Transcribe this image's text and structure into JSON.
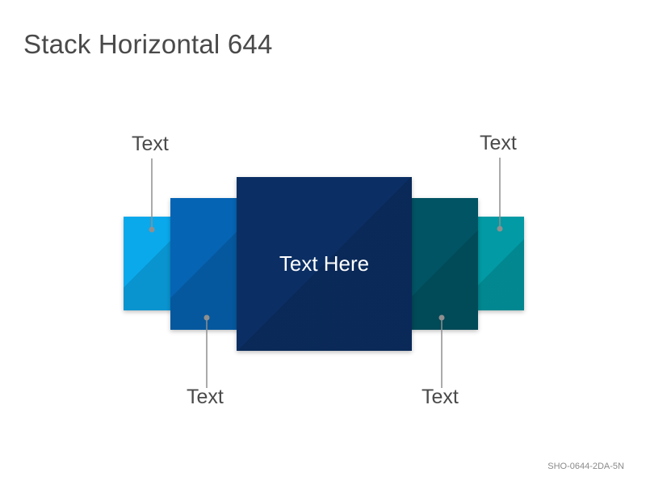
{
  "title": "Stack Horizontal 644",
  "center_label": "Text Here",
  "callouts": {
    "top_left": "Text",
    "top_right": "Text",
    "bottom_left": "Text",
    "bottom_right": "Text"
  },
  "code": "SHO-0644-2DA-5N",
  "colors": {
    "far_left": "#0aa9ec",
    "left": "#0664b4",
    "center": "#0b2f64",
    "right": "#015464",
    "far_right": "#029aa4",
    "connector": "#8f8f8f",
    "text": "#4a4a4a"
  }
}
